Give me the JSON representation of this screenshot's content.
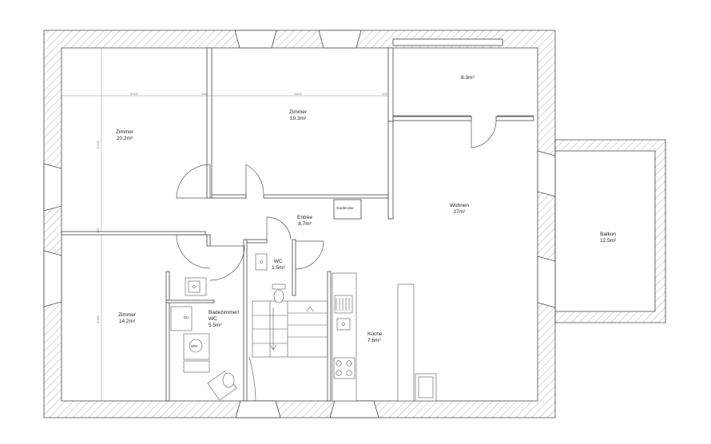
{
  "rooms": {
    "zimmer_left_top": {
      "name": "Zimmer",
      "area": "20.2m²"
    },
    "zimmer_center": {
      "name": "Zimmer",
      "area": "19.3m²"
    },
    "room_top_right": {
      "area": "8.3m²"
    },
    "wohnen": {
      "name": "Wohnen",
      "area": "27m²"
    },
    "balkon": {
      "name": "Balkon",
      "area": "12.5m²"
    },
    "entree": {
      "name": "Entrée",
      "area": "8.7m²"
    },
    "wc": {
      "name": "WC",
      "area": "1.5m²"
    },
    "zimmer_left_bottom": {
      "name": "Zimmer",
      "area": "14.2m²"
    },
    "badezimmer": {
      "name_line1": "Badezimmer/",
      "name_line2": "WC",
      "area": "5.5m²"
    },
    "kueche": {
      "name": "Küche",
      "area": "7.6m²"
    }
  },
  "fixtures": {
    "garderobe": "Garderobe",
    "dusche": "DU",
    "waschmaschine": "WM"
  },
  "dimensions": {
    "d1": "4'000",
    "d2": "100",
    "d3": "4'820",
    "d4": "100",
    "v1": "5'000",
    "v2": "100",
    "v3": "4'450"
  },
  "colors": {
    "wall_hatch": "#9a9a9a",
    "line": "#444444"
  }
}
